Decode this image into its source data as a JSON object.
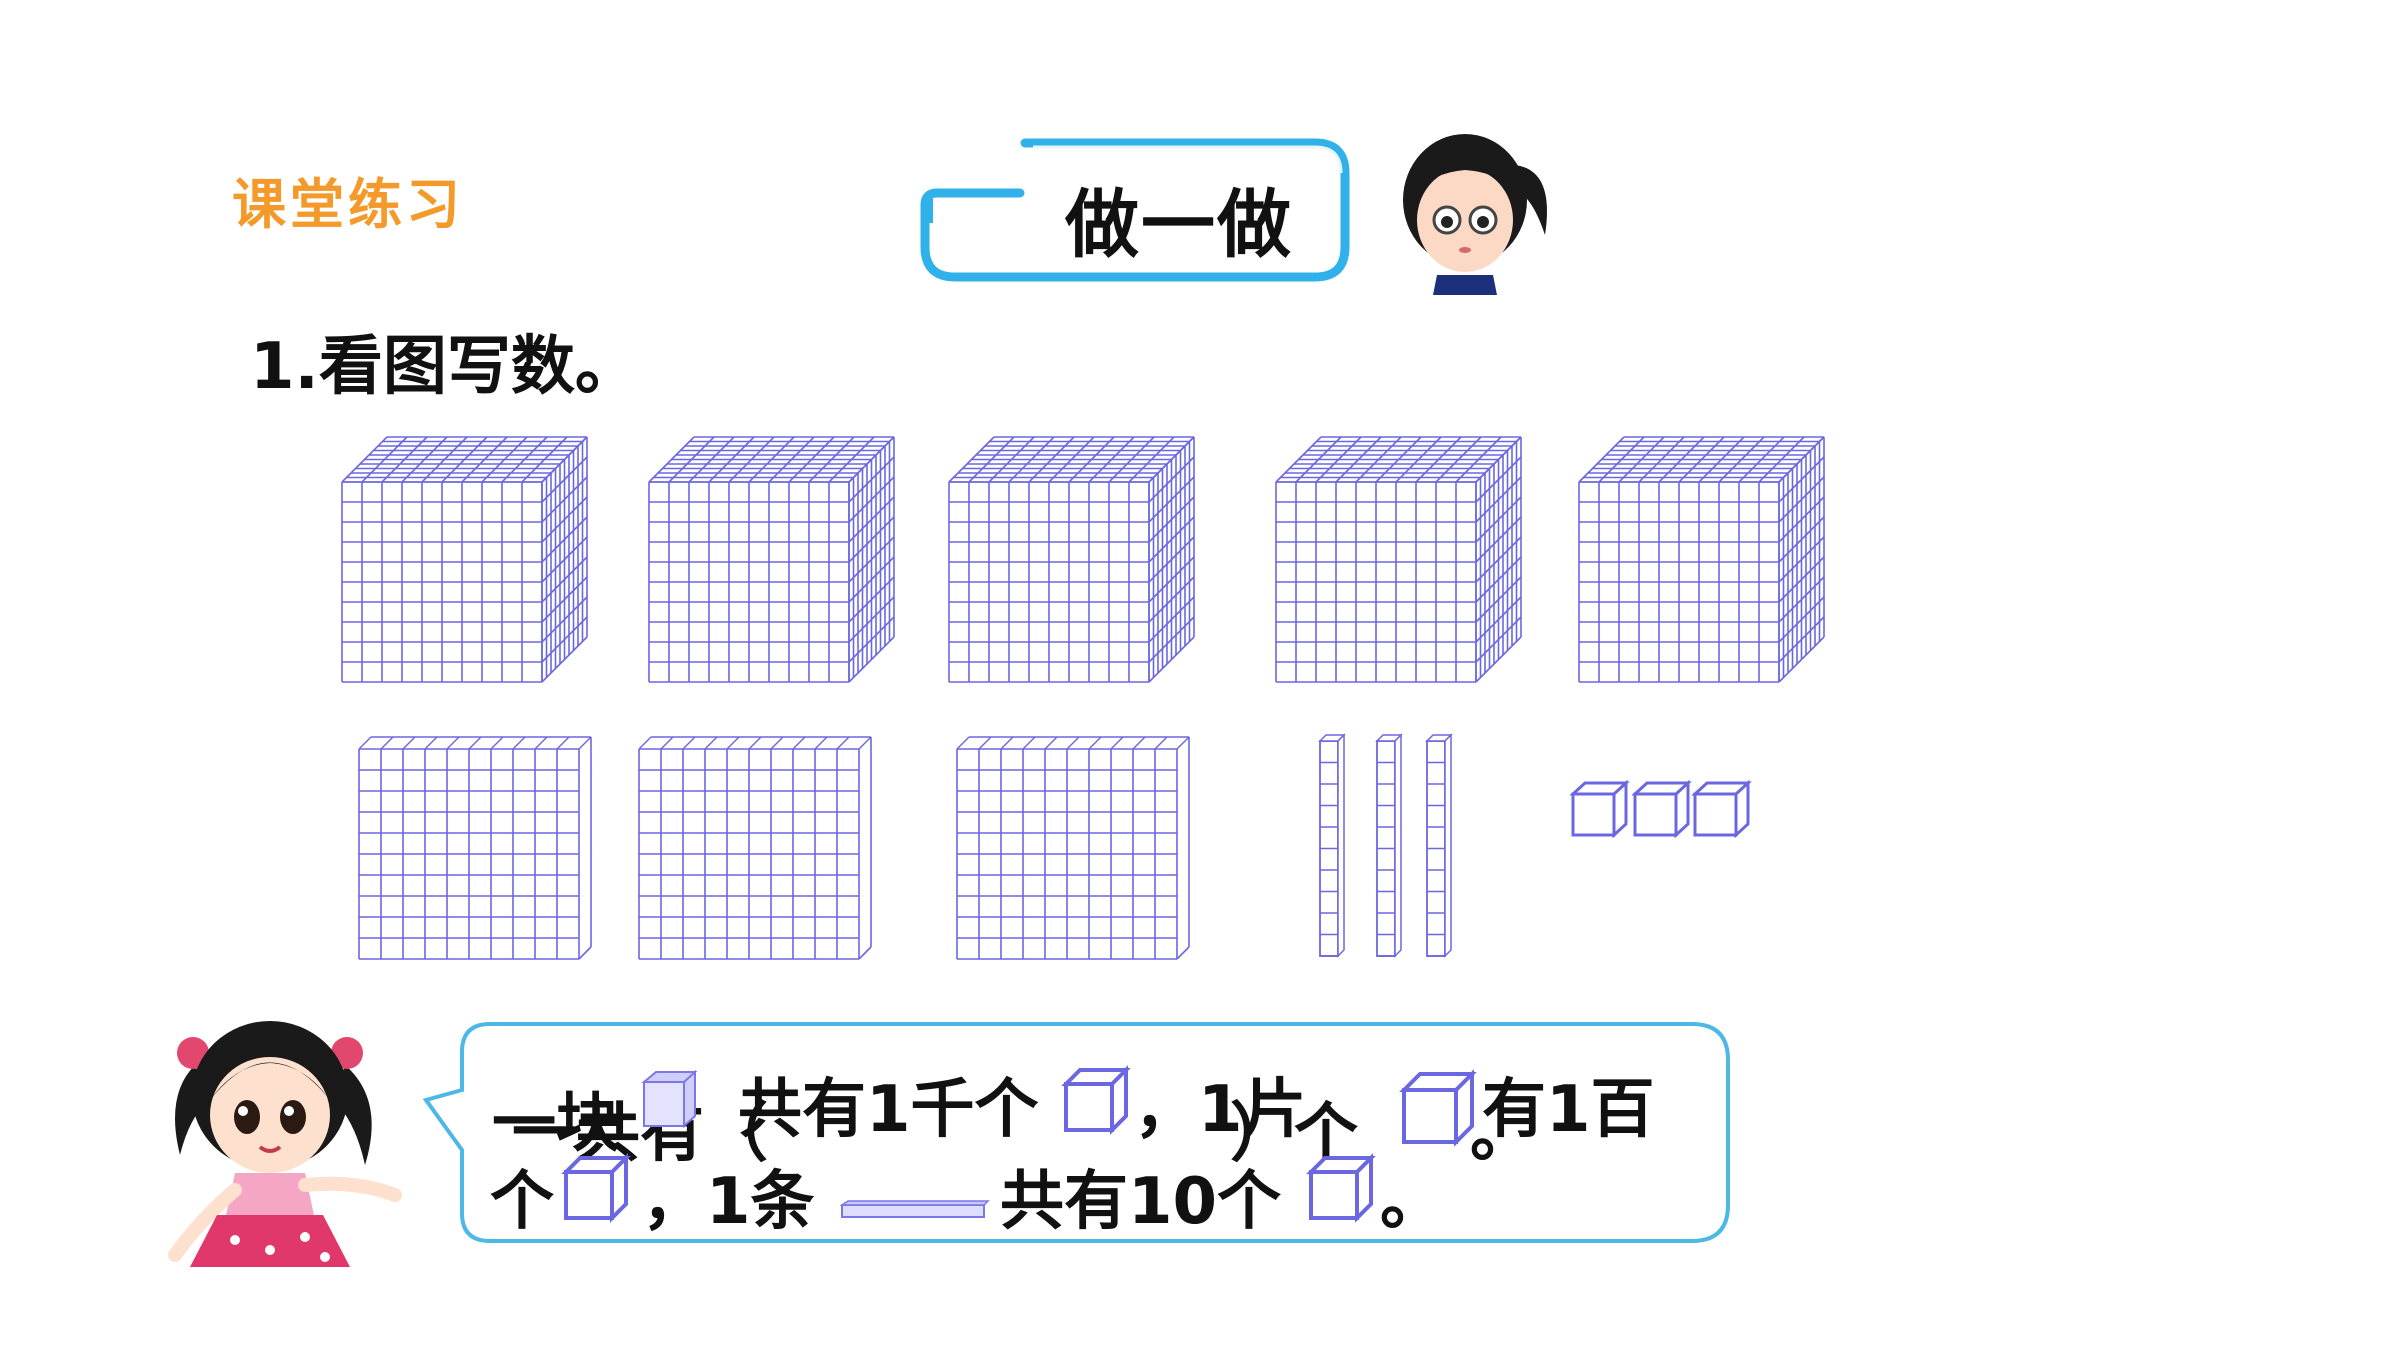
{
  "header": {
    "section_label": "课堂练习",
    "banner_title": "做一做"
  },
  "question": {
    "text": "1.看图写数。"
  },
  "figure": {
    "thousand_cubes": 5,
    "hundred_flats": 3,
    "ten_rods": 3,
    "unit_cubes": 3,
    "grid_color": "#6b67e0"
  },
  "speech": {
    "line1_lead": "一共有（",
    "line1_overlap": "一块",
    "line1_a": "共有1千个",
    "line1_b": "，1片",
    "line1_c": "）个",
    "line1_d": "。",
    "line1_e": "有1百",
    "line2_a": "个",
    "line2_b": "，1条",
    "line2_c": "共有10个",
    "line2_d": "。",
    "border_color": "#4db8e6"
  }
}
